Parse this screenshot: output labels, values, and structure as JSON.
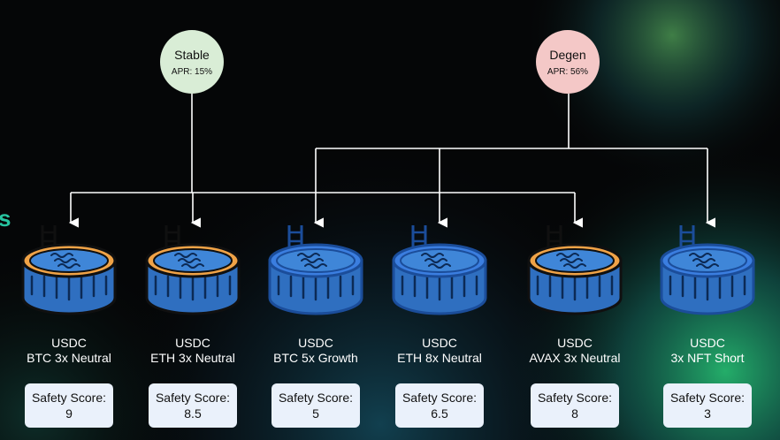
{
  "clusters": [
    {
      "name": "Stable",
      "apr": "APR: 15%",
      "color": "#d9edd6"
    },
    {
      "name": "Degen",
      "apr": "APR: 56%",
      "color": "#f4c8c7"
    }
  ],
  "pools": [
    {
      "asset": "USDC",
      "strategy": "BTC 3x Neutral",
      "safety_label": "Safety Score:",
      "safety_value": "9",
      "group": "Stable",
      "style": "orange"
    },
    {
      "asset": "USDC",
      "strategy": "ETH 3x Neutral",
      "safety_label": "Safety Score:",
      "safety_value": "8.5",
      "group": "Stable",
      "style": "orange"
    },
    {
      "asset": "USDC",
      "strategy": "BTC 5x Growth",
      "safety_label": "Safety Score:",
      "safety_value": "5",
      "group": "Degen",
      "style": "blue"
    },
    {
      "asset": "USDC",
      "strategy": "ETH 8x Neutral",
      "safety_label": "Safety Score:",
      "safety_value": "6.5",
      "group": "Degen",
      "style": "blue"
    },
    {
      "asset": "USDC",
      "strategy": "AVAX 3x Neutral",
      "safety_label": "Safety Score:",
      "safety_value": "8",
      "group": "Degen",
      "style": "orange"
    },
    {
      "asset": "USDC",
      "strategy": "3x NFT Short",
      "safety_label": "Safety Score:",
      "safety_value": "3",
      "group": "Degen",
      "style": "blue"
    }
  ],
  "edge_glyph": "s",
  "colors": {
    "background": "#050607",
    "connector": "#ffffff",
    "pool_water": "#3f86d8",
    "pool_body": "#2f6fc0",
    "pool_rim_orange": "#f0a347",
    "pool_rim_blue": "#3b7ee0",
    "score_card": "#eaf1fb",
    "glow_green": "#2ecc71"
  },
  "icons": [
    "pool-icon",
    "ladder-icon"
  ]
}
